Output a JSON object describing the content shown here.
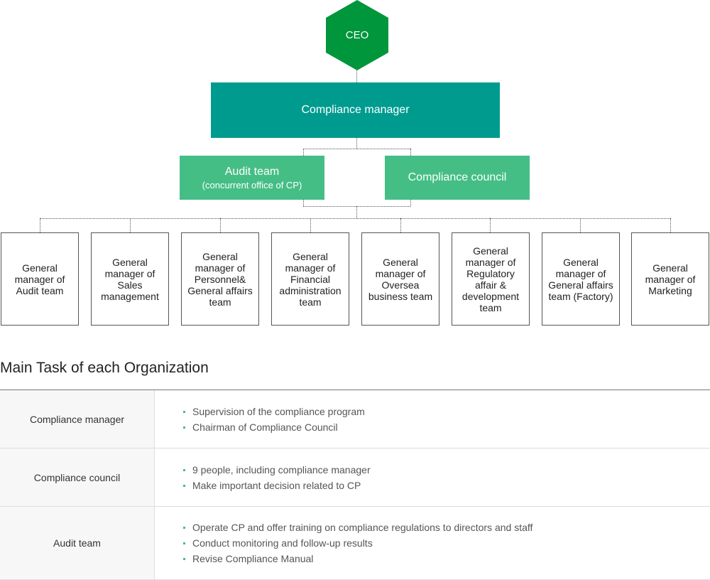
{
  "org": {
    "ceo": "CEO",
    "compliance_manager": "Compliance manager",
    "audit_team": {
      "main": "Audit team",
      "sub": "(concurrent office of CP)"
    },
    "compliance_council": "Compliance council",
    "general_managers": [
      "General manager of Audit team",
      "General manager of Sales management",
      "General manager of Personnel& General affairs team",
      "General manager of Financial administration team",
      "General manager of Oversea business team",
      "General manager of Regulatory affair & development team",
      "General manager of General affairs team (Factory)",
      "General manager of Marketing"
    ]
  },
  "colors": {
    "ceo": "#00963c",
    "compliance_manager": "#009b8f",
    "green_box": "#45be86",
    "bullet": "#45be86"
  },
  "tasks": {
    "title": "Main Task of each Organization",
    "rows": [
      {
        "label": "Compliance manager",
        "items": [
          "Supervision of the compliance program",
          "Chairman of Compliance Council"
        ]
      },
      {
        "label": "Compliance council",
        "items": [
          "9 people, including compliance manager",
          "Make important decision related to CP"
        ]
      },
      {
        "label": "Audit team",
        "items": [
          "Operate CP and offer training on compliance regulations to directors and staff",
          "Conduct monitoring and follow-up results",
          "Revise Compliance Manual"
        ]
      }
    ]
  }
}
